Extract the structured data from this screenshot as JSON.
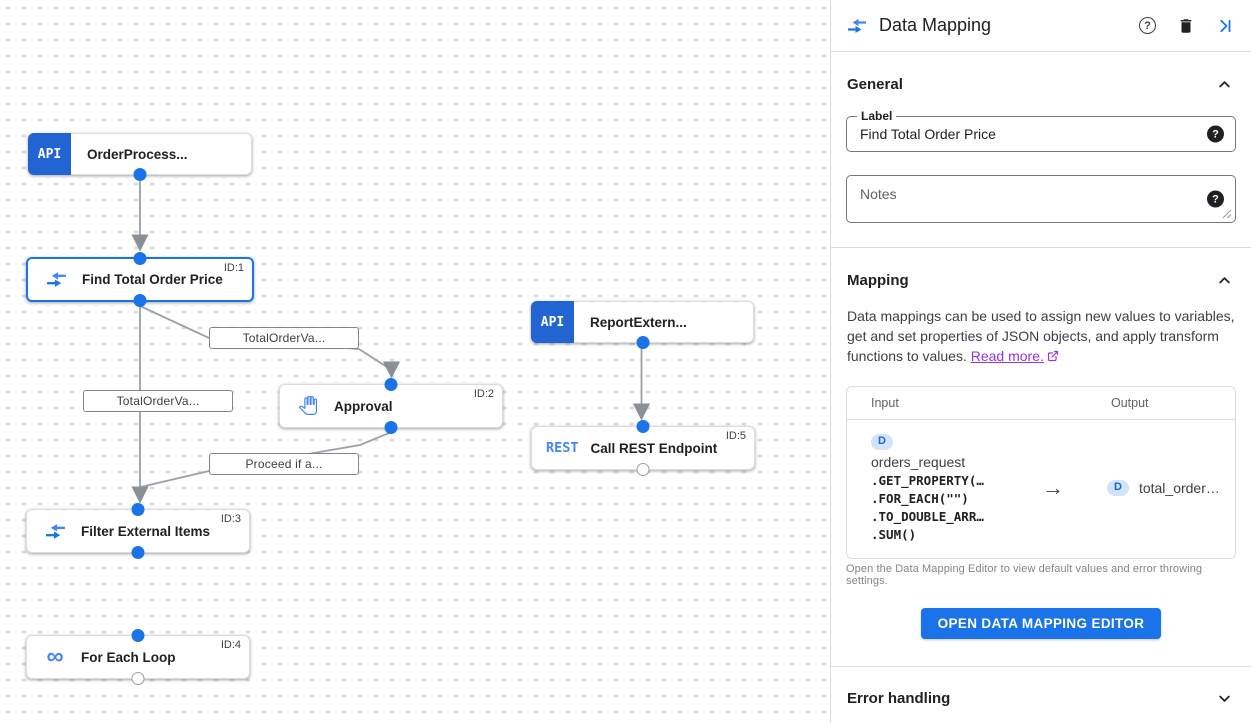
{
  "colors": {
    "accent": "#1a73e8",
    "trigger_blue": "#2264d1",
    "icon_blue": "#4285f4",
    "link_purple": "#9334e6"
  },
  "icons": {
    "loop_glyph": "∞",
    "table_arrow": "→",
    "help_glyph": "?"
  },
  "canvas": {
    "nodes": [
      {
        "label": "OrderProcess...",
        "badge": "API",
        "id_label": ""
      },
      {
        "label": "Find Total Order Price",
        "id_label": "ID:1"
      },
      {
        "label": "Approval",
        "id_label": "ID:2"
      },
      {
        "label": "ReportExtern...",
        "badge": "API",
        "id_label": ""
      },
      {
        "label": "Call REST Endpoint",
        "badge": "REST",
        "id_label": "ID:5"
      },
      {
        "label": "Filter External Items",
        "id_label": "ID:3"
      },
      {
        "label": "For Each Loop",
        "id_label": "ID:4"
      }
    ],
    "edge_labels": [
      {
        "text": "TotalOrderVa..."
      },
      {
        "text": "TotalOrderVa..."
      },
      {
        "text": "Proceed if a..."
      }
    ]
  },
  "panel": {
    "title": "Data Mapping",
    "general": {
      "title": "General",
      "label_field": {
        "label": "Label",
        "value": "Find Total Order Price"
      },
      "notes_field": {
        "placeholder": "Notes"
      }
    },
    "mapping": {
      "title": "Mapping",
      "description": "Data mappings can be used to assign new values to variables, get and set properties of JSON objects, and apply transform functions to values.",
      "read_more": "Read more.",
      "table": {
        "input_header": "Input",
        "output_header": "Output",
        "input": {
          "badge": "D",
          "variable": "orders_request",
          "functions": [
            ".GET_PROPERTY(…",
            ".FOR_EACH(\"\")",
            ".TO_DOUBLE_ARR…",
            ".SUM()"
          ]
        },
        "output": {
          "badge": "D",
          "variable": "total_order…"
        }
      },
      "caption": "Open the Data Mapping Editor to view default values and error throwing settings.",
      "button": "OPEN DATA MAPPING EDITOR"
    },
    "error_handling": {
      "title": "Error handling"
    }
  }
}
